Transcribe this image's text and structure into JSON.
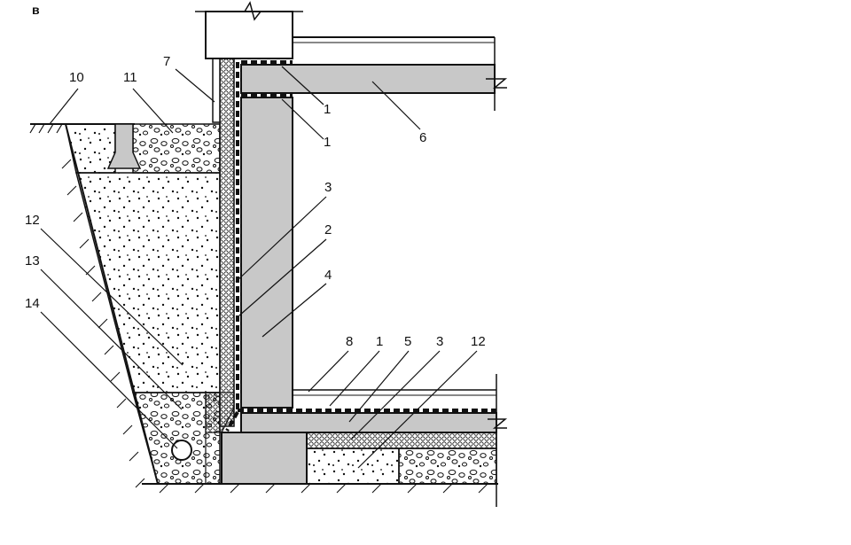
{
  "panel_letter": "в",
  "callouts": [
    "10",
    "11",
    "7",
    "1",
    "1",
    "6",
    "3",
    "2",
    "4",
    "12",
    "13",
    "14",
    "8",
    "1",
    "5",
    "3",
    "12"
  ],
  "colors": {
    "line": "#111111",
    "concrete": "#c8c8c8",
    "background": "#ffffff",
    "membrane_dash": "#111111"
  }
}
